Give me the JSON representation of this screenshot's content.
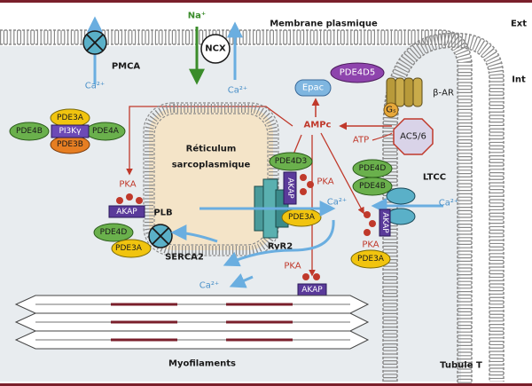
{
  "diagram": {
    "membrane": "Membrane plasmique",
    "ext": "Ext",
    "int": "Int",
    "tubule": "Tubule T",
    "reticulum_line1": "Réticulum",
    "reticulum_line2": "sarcoplasmique",
    "myofilaments": "Myofilaments",
    "na": "Na⁺",
    "ncx": "NCX",
    "pmca": "PMCA",
    "ca2": "Ca²⁺",
    "beta_ar": "β-AR",
    "gs": "Gₛ",
    "ac": "AC5/6",
    "atp": "ATP",
    "ampc": "AMPc",
    "epac": "Epac",
    "pka": "PKA",
    "akap": "AKAP",
    "plb": "PLB",
    "serca": "SERCA2",
    "ryr": "RyR2",
    "ltcc": "LTCC",
    "pi3k": "PI3Kγ",
    "pde3a": "PDE3A",
    "pde3b": "PDE3B",
    "pde4a": "PDE4A",
    "pde4b": "PDE4B",
    "pde4d": "PDE4D",
    "pde4d3": "PDE4D3",
    "pde4d5": "PDE4D5"
  }
}
